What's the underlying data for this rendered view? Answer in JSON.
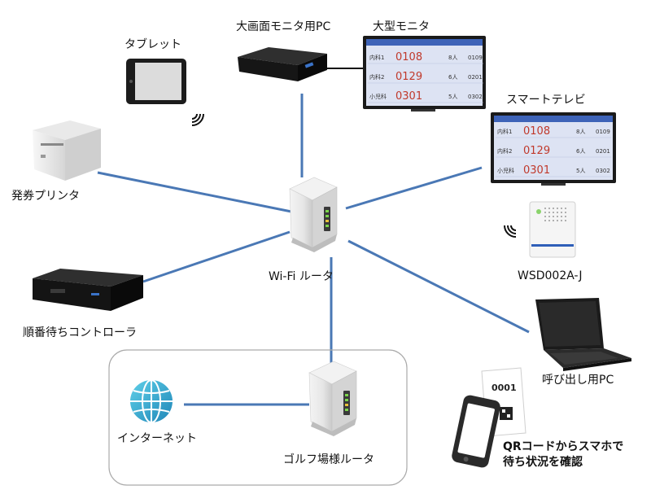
{
  "labels": {
    "tablet": "タブレット",
    "big_screen_pc": "大画面モニタ用PC",
    "large_monitor": "大型モニタ",
    "smart_tv": "スマートテレビ",
    "ticket_printer": "発券プリンタ",
    "router": "Wi-Fi ルータ",
    "speaker": "WSD002A-J",
    "controller": "順番待ちコントローラ",
    "call_pc": "呼び出し用PC",
    "internet": "インターネット",
    "golf_router": "ゴルフ場様ルータ",
    "qr_line1": "QRコードからスマホで",
    "qr_line2": "待ち状況を確認"
  },
  "monitor_rows": [
    {
      "dept": "内科1",
      "number": "0108",
      "people": "8人",
      "code": "0109"
    },
    {
      "dept": "内科2",
      "number": "0129",
      "people": "6人",
      "code": "0201"
    },
    {
      "dept": "小児科",
      "number": "0301",
      "people": "5人",
      "code": "0302"
    }
  ],
  "receipt_number": "0001",
  "colors": {
    "link": "#4a78b5",
    "screen_bg": "#dde3f3",
    "screen_header": "#3e63b8",
    "screen_number": "#c0392b",
    "screen_frame": "#1a1a1a"
  }
}
